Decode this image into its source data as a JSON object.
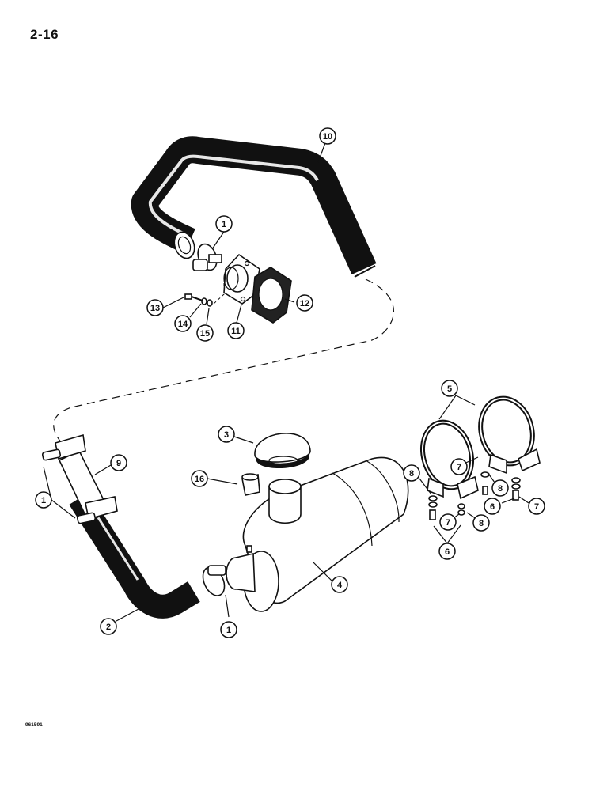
{
  "page": {
    "number": "2-16",
    "drawing_id": "961591"
  },
  "callouts": [
    {
      "id": "c1a",
      "label": "1"
    },
    {
      "id": "c1b",
      "label": "1"
    },
    {
      "id": "c1c",
      "label": "1"
    },
    {
      "id": "c2",
      "label": "2"
    },
    {
      "id": "c3",
      "label": "3"
    },
    {
      "id": "c4",
      "label": "4"
    },
    {
      "id": "c5",
      "label": "5"
    },
    {
      "id": "c6a",
      "label": "6"
    },
    {
      "id": "c6b",
      "label": "6"
    },
    {
      "id": "c7a",
      "label": "7"
    },
    {
      "id": "c7b",
      "label": "7"
    },
    {
      "id": "c7c",
      "label": "7"
    },
    {
      "id": "c8a",
      "label": "8"
    },
    {
      "id": "c8b",
      "label": "8"
    },
    {
      "id": "c8c",
      "label": "8"
    },
    {
      "id": "c9",
      "label": "9"
    },
    {
      "id": "c10",
      "label": "10"
    },
    {
      "id": "c11",
      "label": "11"
    },
    {
      "id": "c12",
      "label": "12"
    },
    {
      "id": "c13",
      "label": "13"
    },
    {
      "id": "c14",
      "label": "14"
    },
    {
      "id": "c15",
      "label": "15"
    },
    {
      "id": "c16",
      "label": "16"
    }
  ]
}
